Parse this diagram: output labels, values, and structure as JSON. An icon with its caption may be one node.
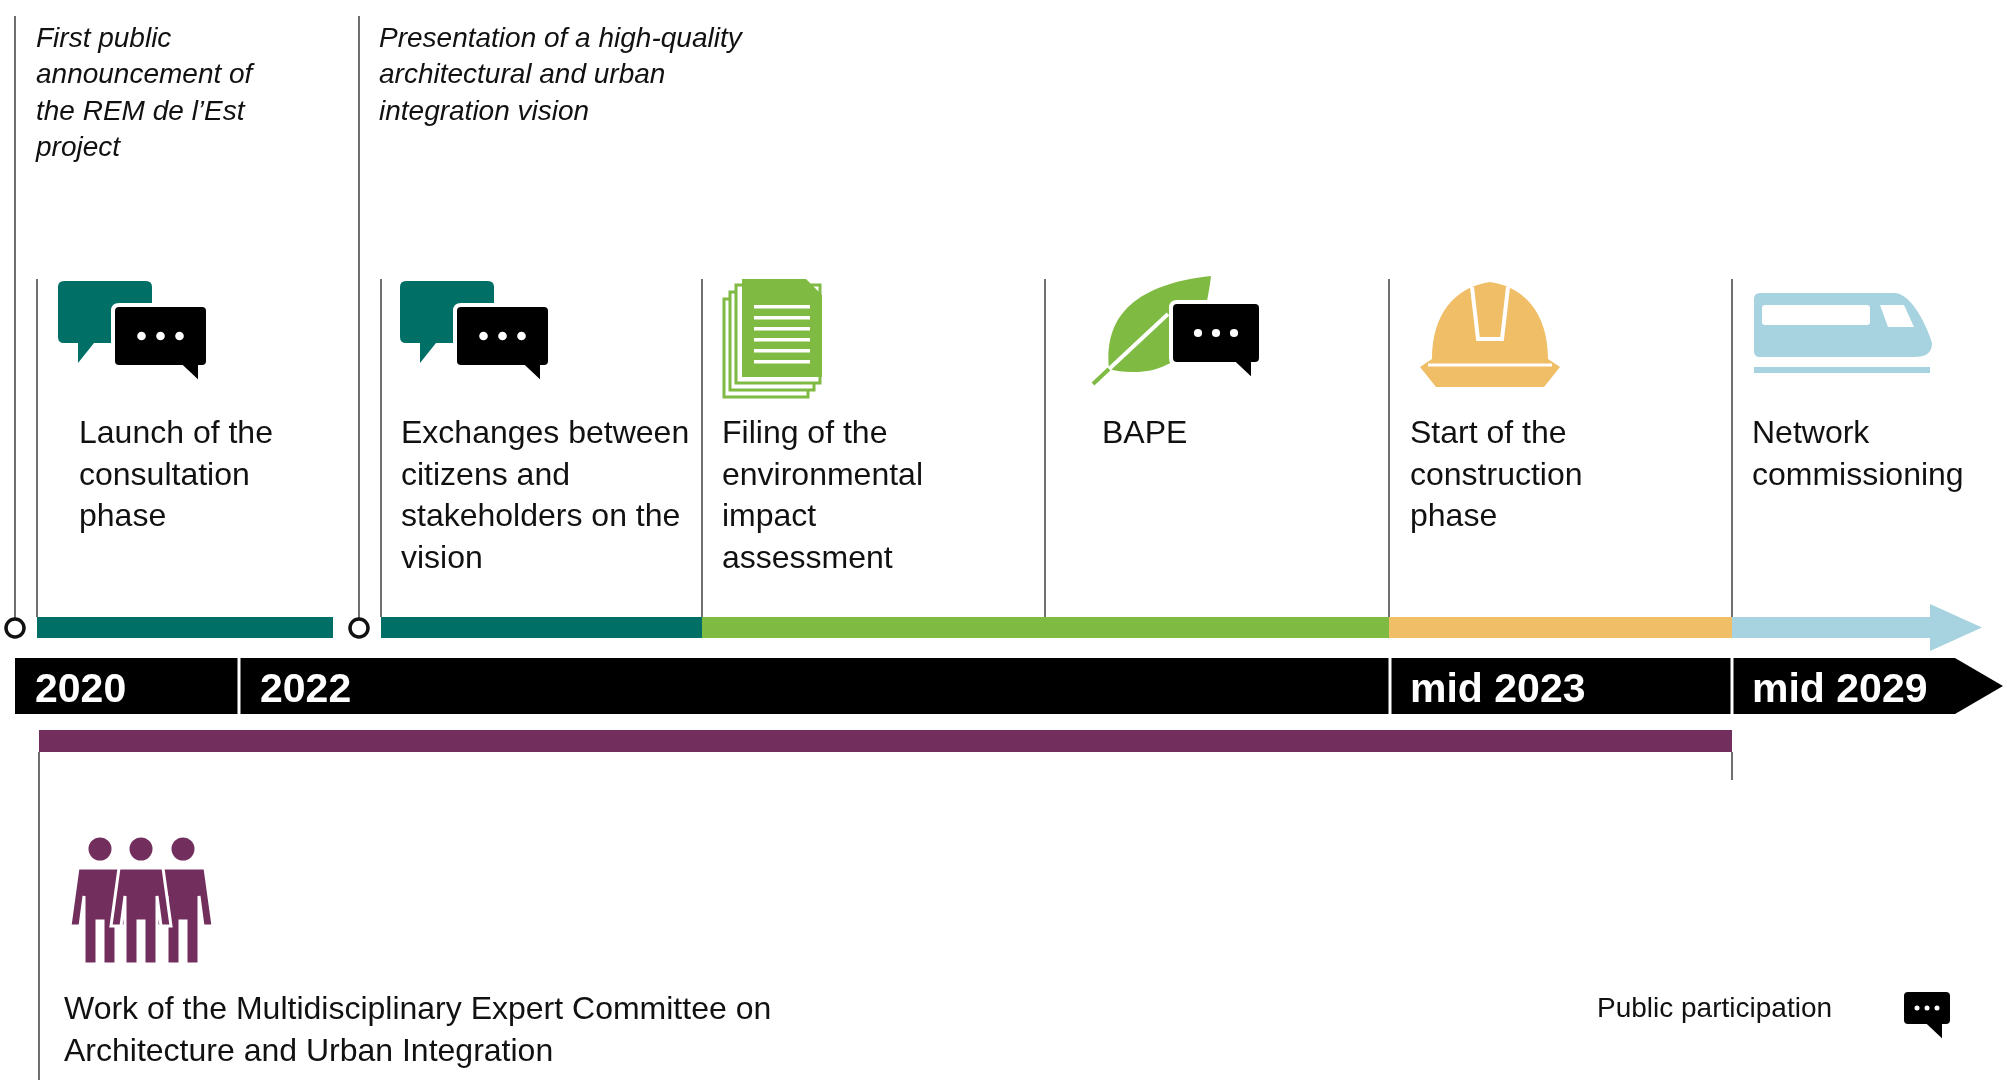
{
  "diagram": {
    "labels": [
      "First public announcement of the REM de l’Est project",
      "Presentation of a high-quality architectural and urban integration vision",
      "Launch of the consultation phase",
      "Exchanges between citizens and stakeholders on the vision",
      "Filing of the environmental impact assessment",
      "BAPE",
      "Start of the construction phase",
      "Network commissioning",
      "2020",
      "2022",
      "mid 2023",
      "mid 2029",
      "Work of the Multidisciplinary Expert Committee on Architecture and Urban Integration"
    ],
    "legend": [
      {
        "text": "Public participation"
      }
    ]
  }
}
